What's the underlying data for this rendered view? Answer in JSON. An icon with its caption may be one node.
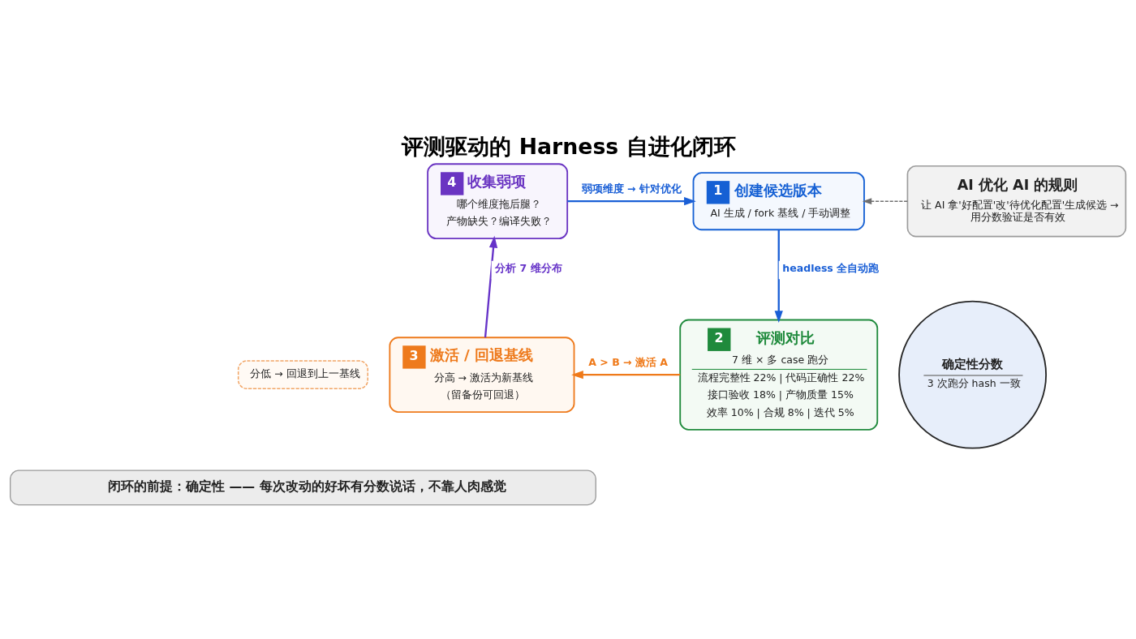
{
  "diagram": {
    "title": "评测驱动的 Harness 自进化闭环",
    "nodes": [
      {
        "text": [
          "4",
          "收集弱项",
          "哪个维度拖后腿？",
          "产物缺失？编译失败？"
        ]
      },
      {
        "text": [
          "1",
          "创建候选版本",
          "AI 生成 / fork 基线 / 手动调整"
        ]
      },
      {
        "text": [
          "AI 优化 AI 的规则",
          "让 AI 拿'好配置'改'待优化配置'生成候选 → 用分数验证是否有效"
        ]
      },
      {
        "text": [
          "确定性分数",
          "3 次跑分 hash 一致"
        ]
      },
      {
        "text": [
          "3",
          "激活 / 回退基线",
          "分高 → 激活为新基线",
          "（留备份可回退）"
        ]
      },
      {
        "text": [
          "2",
          "评测对比",
          "7 维 × 多 case 跑分",
          "流程完整性 22% | 代码正确性 22%",
          "接口验收 18% | 产物质量 15%",
          "效率 10% | 合规 8% | 迭代 5%"
        ]
      },
      {
        "text": [
          "分低 → 回退到上一基线"
        ]
      },
      {
        "text": [
          "闭环的前提：确定性 —— 每次改动的好坏有分数说话，不靠人肉感觉"
        ]
      }
    ],
    "edges": [
      {
        "from": 0,
        "to": 1,
        "arrow": "to",
        "label": "弱项维度 → 针对优化"
      },
      {
        "from": 1,
        "to": 5,
        "arrow": "to",
        "label": "headless 全自动跑"
      },
      {
        "from": 5,
        "to": 4,
        "arrow": "to",
        "label": "A > B → 激活 A",
        "color": "#ef7a1a"
      },
      {
        "from": 4,
        "to": 0,
        "arrow": "to",
        "label": "分析 7 维分布",
        "color": "#6633c8"
      },
      {
        "from": 2,
        "to": 1,
        "arrow": "to",
        "style": "dashed",
        "color": "#707070"
      }
    ]
  }
}
